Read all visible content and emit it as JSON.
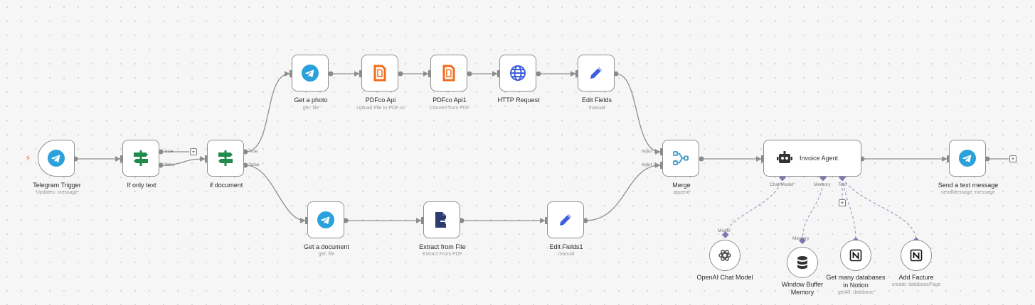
{
  "colors": {
    "telegram": "#2aa1da",
    "switch": "#1f8b4c",
    "pdfco": "#f26c1a",
    "http": "#3d5ede",
    "edit": "#3d5ede",
    "merge": "#4aa3c8",
    "extract": "#2d3b6e",
    "notion": "#111111",
    "edge": "#8f8f8f",
    "ai_edge": "#8f8fbf"
  },
  "nodes": {
    "telegram_trigger": {
      "label": "Telegram Trigger",
      "sub": "Updates: message",
      "icon": "telegram-icon"
    },
    "if_only_text": {
      "label": "If only text",
      "icon": "signpost-icon",
      "port_true": "true",
      "port_false": "false"
    },
    "if_document": {
      "label": "if document",
      "icon": "signpost-icon",
      "port_true": "true",
      "port_false": "false"
    },
    "get_photo": {
      "label": "Get a photo",
      "sub": "get: file",
      "icon": "telegram-icon"
    },
    "pdfco_api": {
      "label": "PDFco Api",
      "sub": "Upload File to PDF.co",
      "icon": "pdfco-icon"
    },
    "pdfco_api1": {
      "label": "PDFco Api1",
      "sub": "Convert from PDF",
      "icon": "pdfco-icon"
    },
    "http_request": {
      "label": "HTTP Request",
      "icon": "globe-icon"
    },
    "edit_fields": {
      "label": "Edit Fields",
      "sub": "manual",
      "icon": "pencil-icon"
    },
    "get_document": {
      "label": "Get a document",
      "sub": "get: file",
      "icon": "telegram-icon"
    },
    "extract_from_file": {
      "label": "Extract from File",
      "sub": "Extract From PDF",
      "icon": "file-export-icon"
    },
    "edit_fields1": {
      "label": "Edit Fields1",
      "sub": "manual",
      "icon": "pencil-icon"
    },
    "merge": {
      "label": "Merge",
      "sub": "append",
      "icon": "merge-icon",
      "input1": "Input 1",
      "input2": "Input 2"
    },
    "invoice_agent": {
      "label": "Invoice Agent",
      "icon": "robot-icon",
      "port_model": "Chat Model*",
      "port_memory": "Memory",
      "port_tool": "Tool"
    },
    "send_text": {
      "label": "Send a text message",
      "sub": "sendMessage: message",
      "icon": "telegram-icon"
    },
    "openai_model": {
      "label": "OpenAI Chat Model",
      "port": "Model",
      "icon": "openai-icon"
    },
    "window_memory": {
      "label1": "Window Buffer",
      "label2": "Memory",
      "port": "Memory",
      "icon": "database-icon"
    },
    "get_many_notion": {
      "label1": "Get many databases",
      "label2": "in Notion",
      "sub": "getAll: database",
      "icon": "notion-icon"
    },
    "add_facture": {
      "label": "Add Facture",
      "sub": "create: databasePage",
      "icon": "notion-icon"
    }
  }
}
